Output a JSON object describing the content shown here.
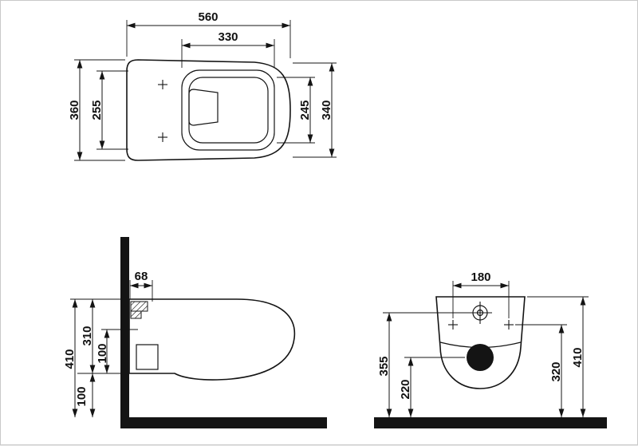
{
  "drawing": {
    "kind": "technical-dimension-drawing",
    "ink_color": "#141414",
    "background_color": "#ffffff",
    "views": {
      "top": {
        "dims": {
          "overall_length": "560",
          "opening_length": "330",
          "overall_width": "360",
          "inner_width": "255",
          "bowl_width": "245",
          "body_width": "340"
        }
      },
      "side": {
        "dims": {
          "fixing_offset": "68",
          "total_height": "410",
          "mid_height": "310",
          "drain_spacing": "100",
          "floor_clearance": "100"
        }
      },
      "front": {
        "dims": {
          "fixing_centres": "180",
          "inlet_height": "355",
          "outlet_height": "220",
          "fixing_height": "320",
          "total_height": "410"
        }
      }
    }
  }
}
